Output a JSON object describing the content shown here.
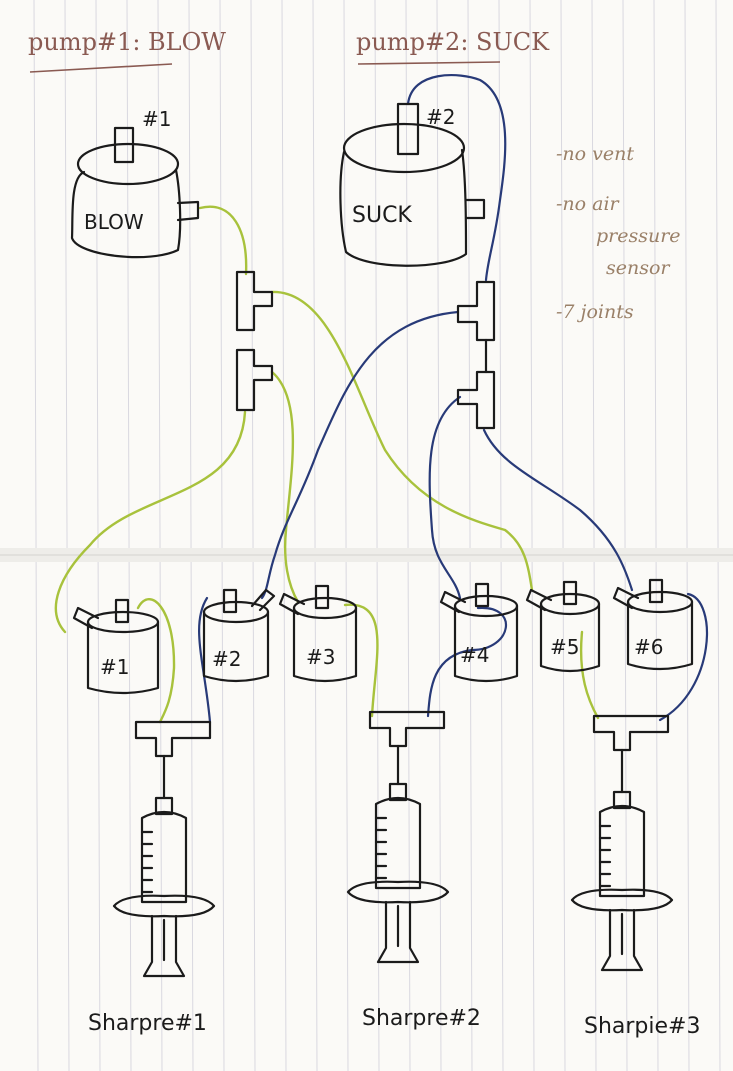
{
  "headings": {
    "pump1": "pump#1: BLOW",
    "pump2": "pump#2: SUCK"
  },
  "pumps": [
    {
      "number_label": "#1",
      "body_label": "BLOW"
    },
    {
      "number_label": "#2",
      "body_label": "SUCK"
    }
  ],
  "notes": {
    "line1": "-no vent",
    "line2a": "-no air",
    "line2b": "pressure",
    "line2c": "sensor",
    "line3": "-7 joints"
  },
  "valves": [
    "#1",
    "#2",
    "#3",
    "#4",
    "#5",
    "#6"
  ],
  "syringes": [
    "Sharpre#1",
    "Sharpre#2",
    "Sharpie#3"
  ],
  "colors": {
    "paper": "#fbfaf7",
    "ruling": "#d9d8e0",
    "ink": "#1b1b1b",
    "green_tube": "#a8c23c",
    "blue_tube": "#283a78",
    "heading": "#8a5a52",
    "note": "#9a8068"
  }
}
